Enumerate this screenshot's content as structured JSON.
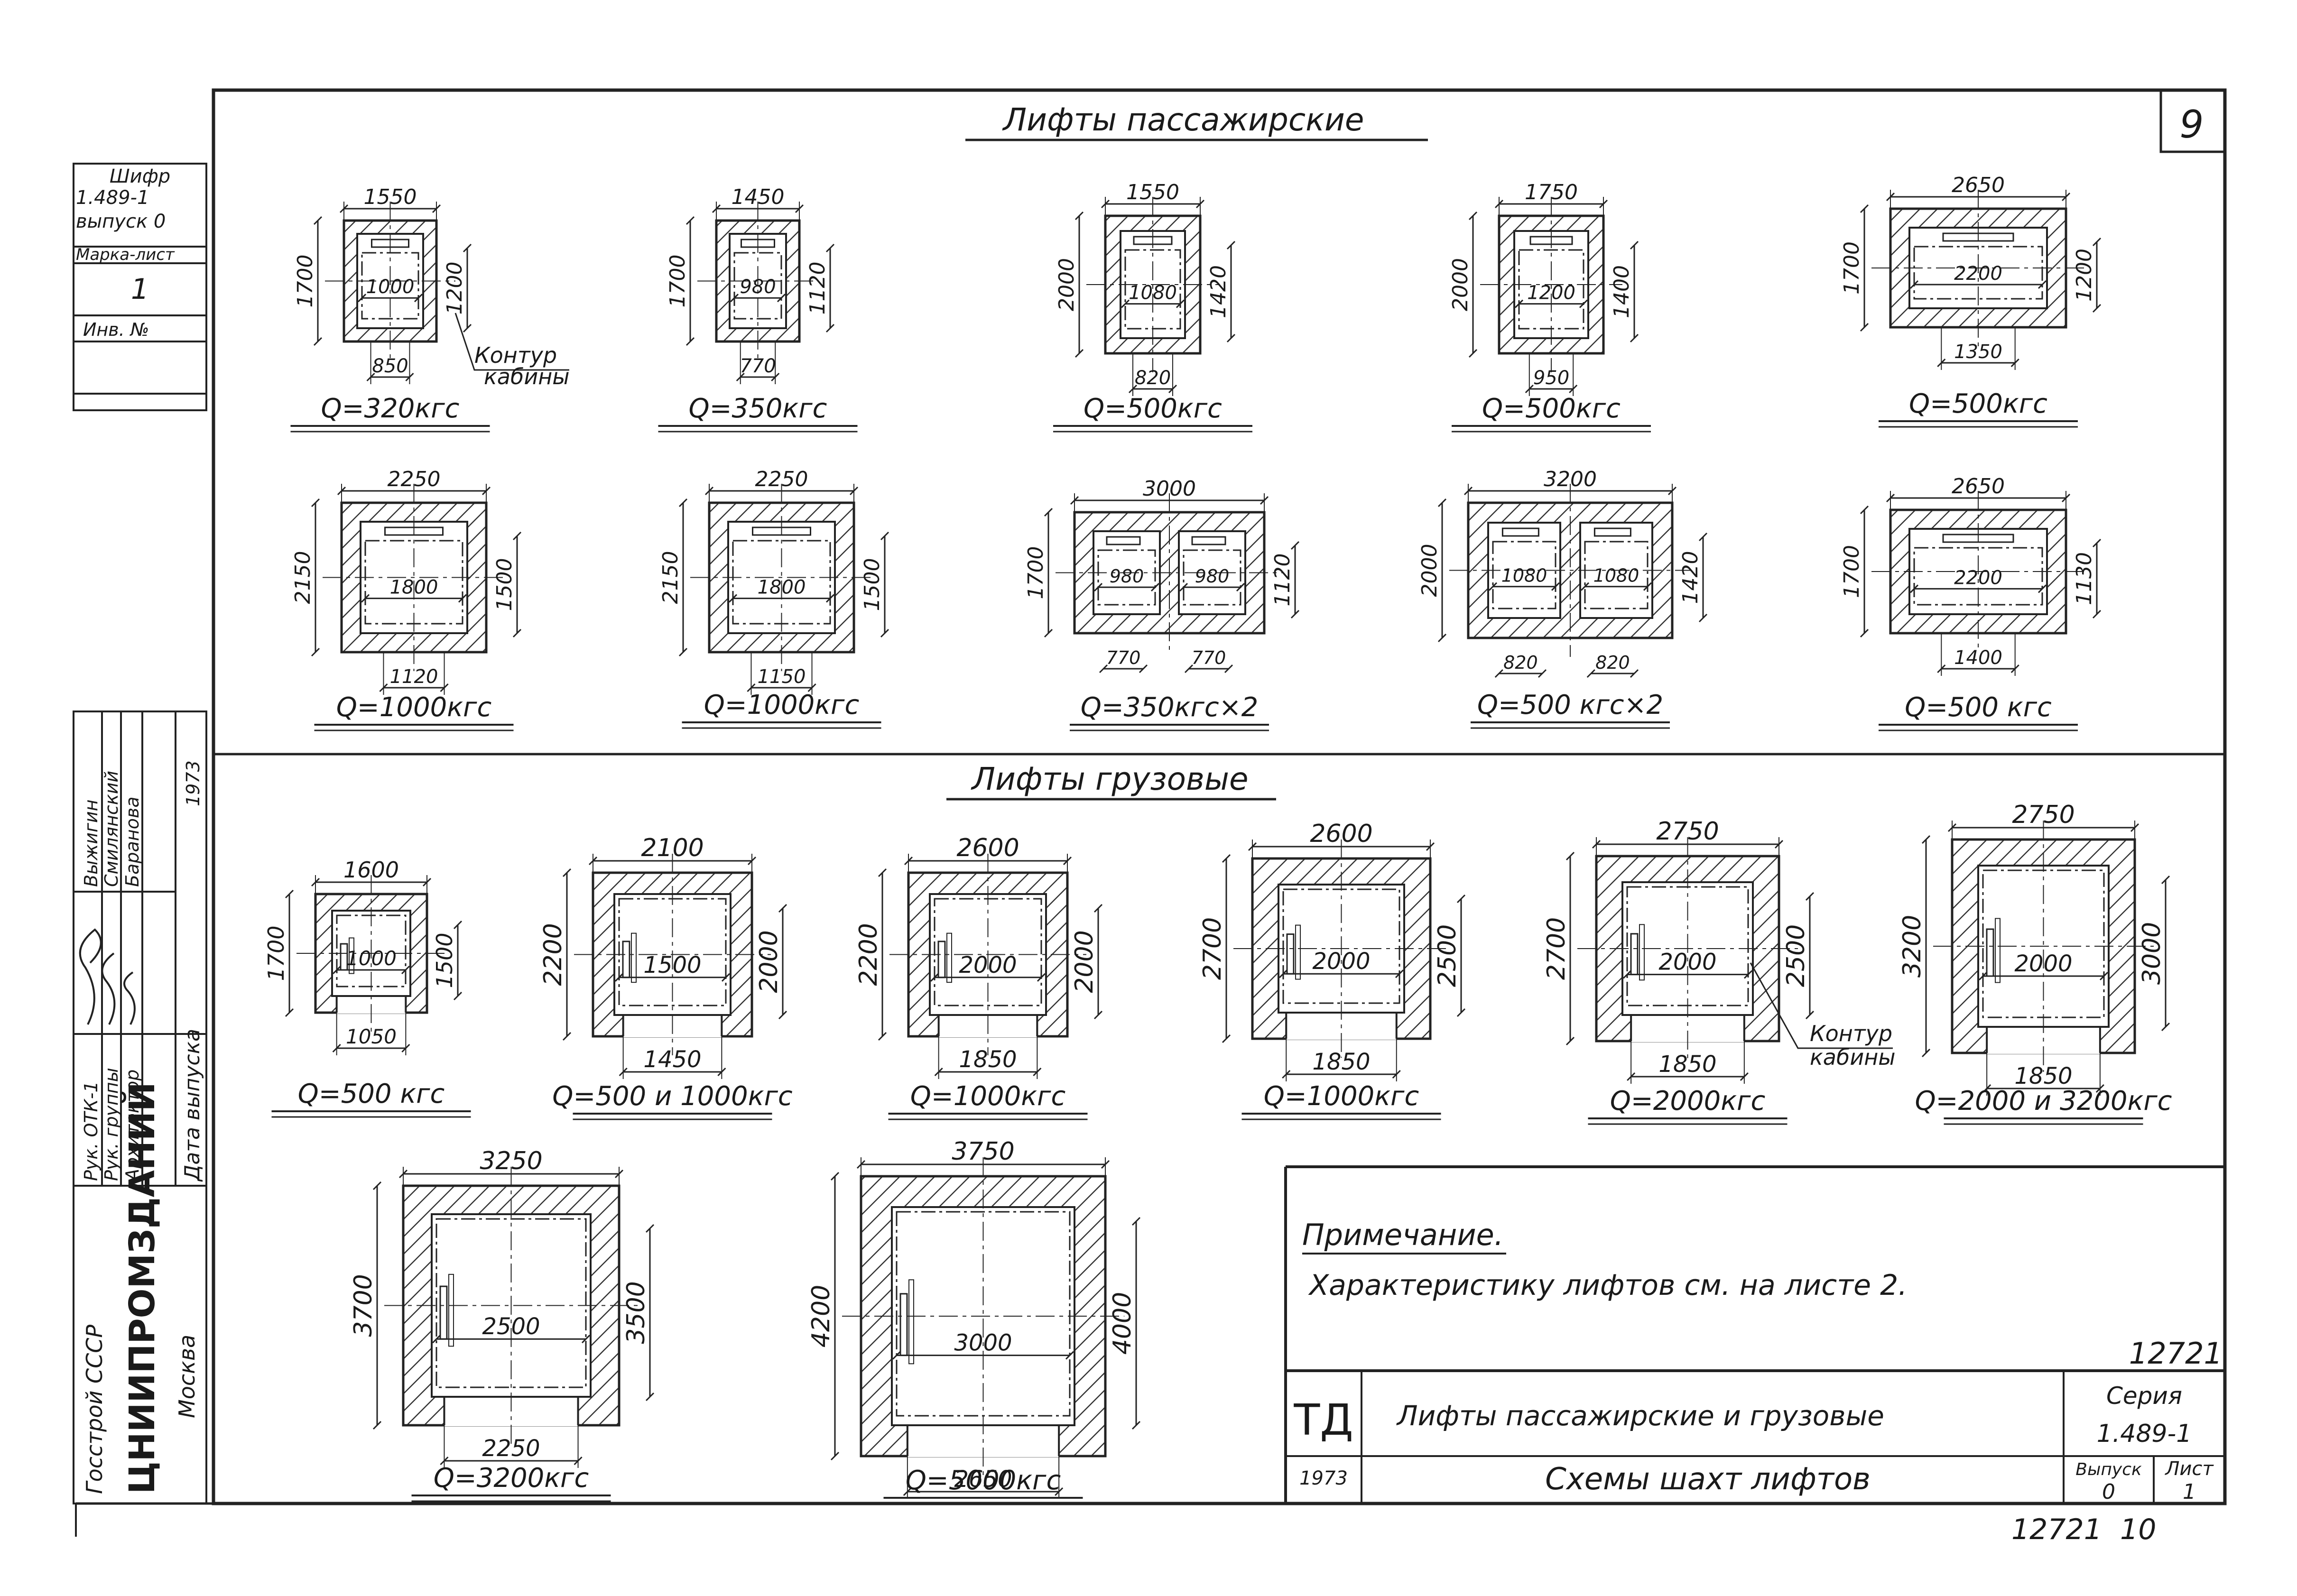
{
  "sheet_number": "9",
  "side_stamp": {
    "shifr_label": "Шифр",
    "shifr_value": "1.489-1",
    "issue_label": "выпуск 0",
    "mark_label": "Марка-лист",
    "mark_value": "1",
    "inv_label": "Инв. №"
  },
  "signatures": {
    "roles": [
      "Рук. ОТК-1",
      "Рук. группы",
      "Архитектор"
    ],
    "names": [
      "Выжигин",
      "Смилянский",
      "Баранова"
    ],
    "date_label": "Дата выпуска",
    "date_value": "1973"
  },
  "org": {
    "line1": "Госстрой СССР",
    "line2": "ЦНИИПРОМЗДАНИЙ",
    "line3": "Москва"
  },
  "passenger_title": "Лифты пассажирские",
  "freight_title": "Лифты грузовые",
  "cabin_contour_label": [
    "Контур",
    "кабины"
  ],
  "passenger_shafts": [
    {
      "top": "1550",
      "height": "1700",
      "inner_h": "1200",
      "cab": "1000",
      "door": "850",
      "caption": "Q=320кгс"
    },
    {
      "top": "1450",
      "height": "1700",
      "inner_h": "1120",
      "cab": "980",
      "door": "770",
      "caption": "Q=350кгс"
    },
    {
      "top": "1550",
      "height": "2000",
      "inner_h": "1420",
      "cab": "1080",
      "door": "820",
      "caption": "Q=500кгс"
    },
    {
      "top": "1750",
      "height": "2000",
      "inner_h": "1400",
      "cab": "1200",
      "door": "950",
      "caption": "Q=500кгс"
    },
    {
      "top": "2650",
      "height": "1700",
      "inner_h": "1200",
      "cab": "2200",
      "door": "1350",
      "caption": "Q=500кгс"
    },
    {
      "top": "2250",
      "height": "2150",
      "inner_h": "1500",
      "cab": "1800",
      "door": "1120",
      "caption": "Q=1000кгс"
    },
    {
      "top": "2250",
      "height": "2150",
      "inner_h": "1500",
      "cab": "1800",
      "door": "1150",
      "caption": "Q=1000кгс"
    },
    {
      "top": "3000",
      "height": "1700",
      "inner_h": "1120",
      "cab": "980",
      "cab2": "980",
      "door": "770",
      "door2": "770",
      "caption": "Q=350кгс×2"
    },
    {
      "top": "3200",
      "height": "2000",
      "inner_h": "1420",
      "cab": "1080",
      "cab2": "1080",
      "door": "820",
      "door2": "820",
      "caption": "Q=500 кгс×2"
    },
    {
      "top": "2650",
      "height": "1700",
      "inner_h": "1130",
      "cab": "2200",
      "door": "1400",
      "caption": "Q=500 кгс"
    }
  ],
  "freight_shafts": [
    {
      "top": "1600",
      "height": "1700",
      "inner_h": "1500",
      "cab": "1000",
      "door": "1050",
      "caption": "Q=500 кгс"
    },
    {
      "top": "2100",
      "height": "2200",
      "inner_h": "2000",
      "cab": "1500",
      "door": "1450",
      "caption": "Q=500 и 1000кгс"
    },
    {
      "top": "2600",
      "height": "2200",
      "inner_h": "2000",
      "cab": "2000",
      "door": "1850",
      "caption": "Q=1000кгс"
    },
    {
      "top": "2600",
      "height": "2700",
      "inner_h": "2500",
      "cab": "2000",
      "door": "1850",
      "caption": "Q=1000кгс"
    },
    {
      "top": "2750",
      "height": "2700",
      "inner_h": "2500",
      "cab": "2000",
      "door": "1850",
      "caption": "Q=2000кгс"
    },
    {
      "top": "2750",
      "height": "3200",
      "inner_h": "3000",
      "cab": "2000",
      "door": "1850",
      "caption": "Q=2000 и 3200кгс"
    },
    {
      "top": "3250",
      "height": "3700",
      "inner_h": "3500",
      "cab": "2500",
      "door": "2250",
      "caption": "Q=3200кгс"
    },
    {
      "top": "3750",
      "height": "4200",
      "inner_h": "4000",
      "cab": "3000",
      "door": "2650",
      "caption": "Q=5000кгс"
    }
  ],
  "note": {
    "title": "Примечание.",
    "text": "Характеристику лифтов см. на листе 2."
  },
  "title_block": {
    "doc_number": "12721",
    "code": "ТД",
    "title": "Лифты пассажирские и грузовые",
    "year": "1973",
    "subtitle": "Схемы шахт лифтов",
    "series_label": "Серия",
    "series_value": "1.489-1",
    "issue_label": "Выпуск",
    "issue_value": "0",
    "sheet_label": "Лист",
    "sheet_value": "1"
  },
  "bottom_number": "12721  10"
}
